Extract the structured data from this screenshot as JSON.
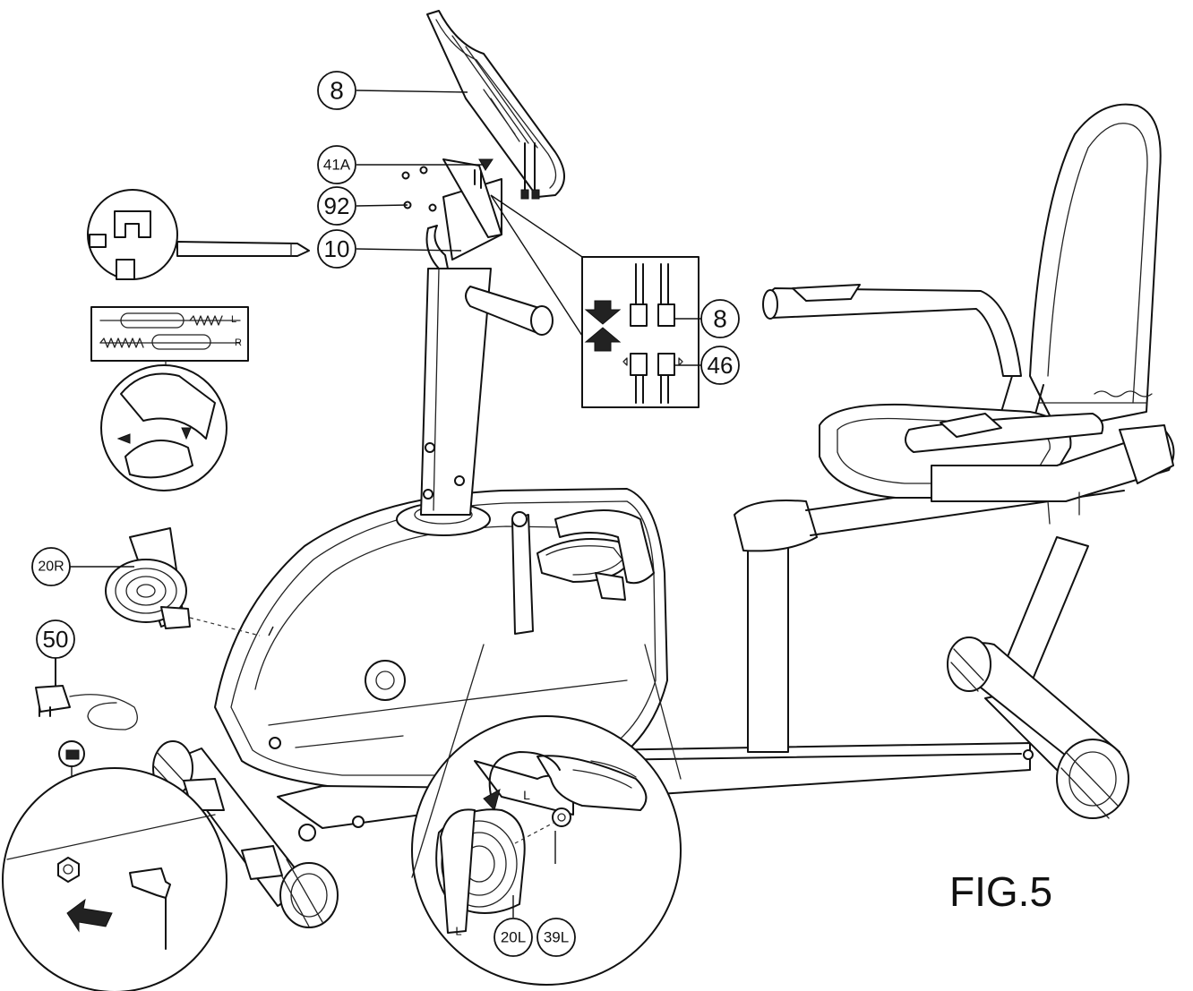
{
  "figure": {
    "title": "FIG.5"
  },
  "callouts": {
    "console": "8",
    "bracket_screw": "41A",
    "console_screws": "92",
    "handlebar_post": "10",
    "connector_upper": "8",
    "connector_lower": "46",
    "right_pedal": "20R",
    "adapter": "50",
    "left_pedal": "20L",
    "pedal_axle": "39L"
  },
  "strap_labels": {
    "left": "L",
    "right": "R"
  },
  "crank_marks": {
    "crank_side": "L",
    "pedal_side": "L"
  }
}
